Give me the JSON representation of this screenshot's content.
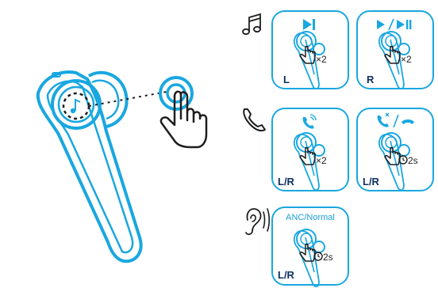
{
  "panels": {
    "music_left": {
      "side": "L",
      "count": "×2"
    },
    "music_right": {
      "side": "R",
      "count": "×2"
    },
    "call_left": {
      "side": "L/R",
      "count": "×2"
    },
    "call_right": {
      "side": "L/R",
      "count": "2s"
    },
    "anc": {
      "title": "ANC/Normal",
      "side": "L/R",
      "count": "2s"
    }
  },
  "icons": {
    "music_row": "music-note-icon",
    "call_row": "phone-icon",
    "anc_row": "ear-sound-icon",
    "music_left_action": "next-track-icon",
    "music_right_action": "play-pause-icon",
    "call_left_action": "answer-call-icon",
    "call_right_action": "reject-end-call-icon",
    "press_gesture": "tap-hand-icon",
    "hold_gesture": "clock-icon"
  },
  "colors": {
    "accent": "#19a7e0",
    "label": "#0f2f63",
    "ink": "#1e1e1e"
  }
}
